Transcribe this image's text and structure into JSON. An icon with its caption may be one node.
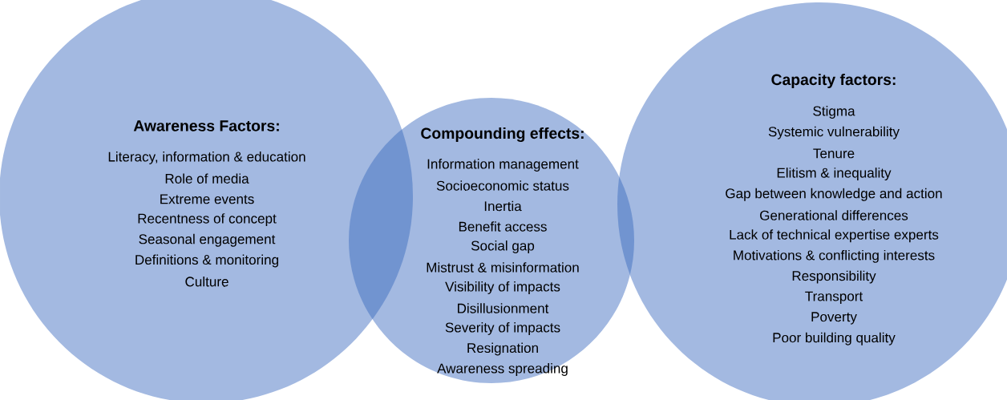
{
  "diagram": {
    "nodes": [
      {
        "text": [
          "Awareness Factors:",
          "Literacy, information & education",
          "Role of media",
          "Extreme events",
          "Recentness of concept",
          "Seasonal engagement",
          "Definitions & monitoring",
          "Culture"
        ]
      },
      {
        "text": [
          "Compounding effects:",
          "Information management",
          "Socioeconomic status",
          "Inertia",
          "Benefit access",
          "Social gap",
          "Mistrust & misinformation",
          "Visibility of impacts",
          "Disillusionment",
          "Severity of impacts",
          "Resignation",
          "Awareness spreading"
        ]
      },
      {
        "text": [
          "Capacity factors:",
          "Stigma",
          "Systemic vulnerability",
          "Tenure",
          "Elitism & inequality",
          "Gap between knowledge and action",
          "Generational differences",
          "Lack of technical expertise experts",
          "Motivations & conflicting interests",
          "Responsibility",
          "Transport",
          "Poverty",
          "Poor building quality"
        ]
      }
    ]
  }
}
